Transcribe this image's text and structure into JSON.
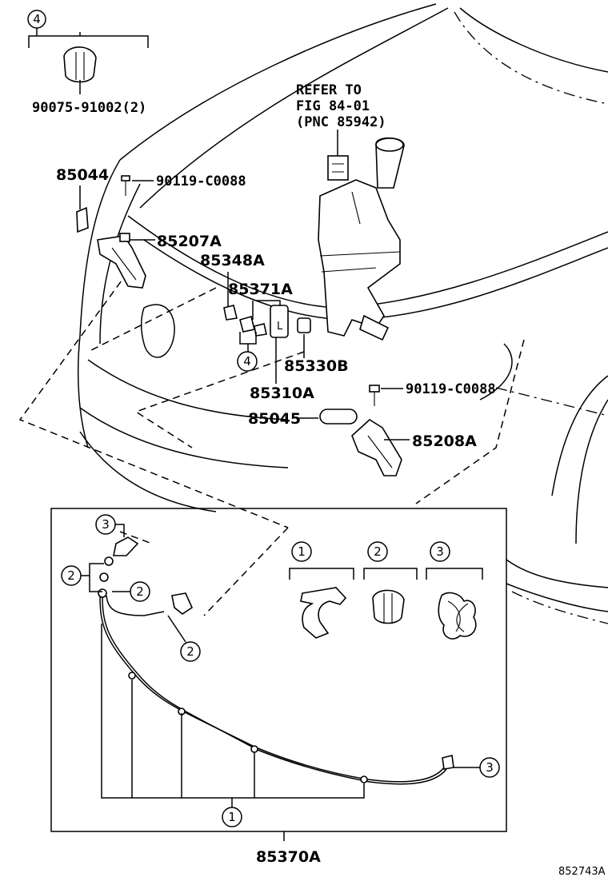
{
  "diagram": {
    "refer_note": [
      "REFER TO",
      "FIG 84-01",
      "(PNC 85942)"
    ],
    "callout_numbers": {
      "four": "4",
      "one": "1",
      "two": "2",
      "three": "3"
    },
    "part_labels": {
      "clip_90075": "90075-91002(2)",
      "p85044": "85044",
      "bolt_top": "90119-C0088",
      "p85207A": "85207A",
      "p85348A": "85348A",
      "p85371A": "85371A",
      "p85330B": "85330B",
      "p85310A": "85310A",
      "bolt_right": "90119-C0088",
      "p85045": "85045",
      "p85208A": "85208A",
      "p85370A": "85370A"
    },
    "small_mark": "L",
    "figure_code": "852743A"
  }
}
